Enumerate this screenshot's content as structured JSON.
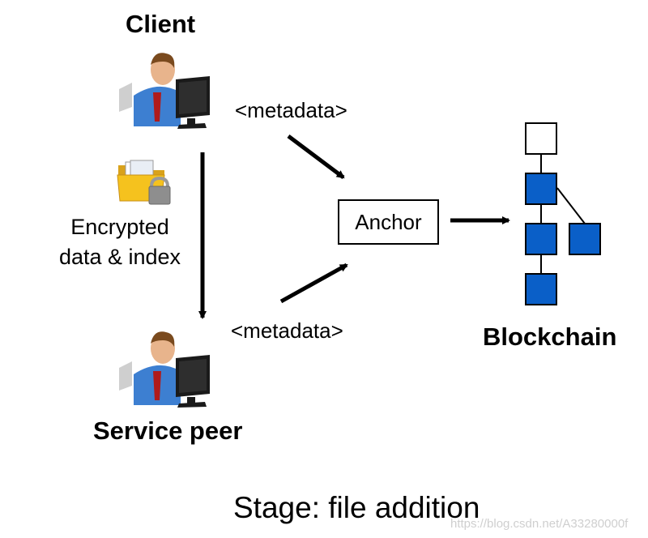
{
  "client": {
    "title": "Client",
    "icon": "user-computer-icon"
  },
  "service_peer": {
    "title": "Service peer",
    "icon": "user-computer-icon"
  },
  "encrypted": {
    "icon": "locked-folder-icon",
    "line1": "Encrypted",
    "line2": "data & index"
  },
  "metadata_top": "<metadata>",
  "metadata_bottom": "<metadata>",
  "anchor": "Anchor",
  "blockchain": {
    "title": "Blockchain",
    "block_color": "#0a5fc8"
  },
  "caption": "Stage: file addition",
  "watermark": "https://blog.csdn.net/A33280000f"
}
